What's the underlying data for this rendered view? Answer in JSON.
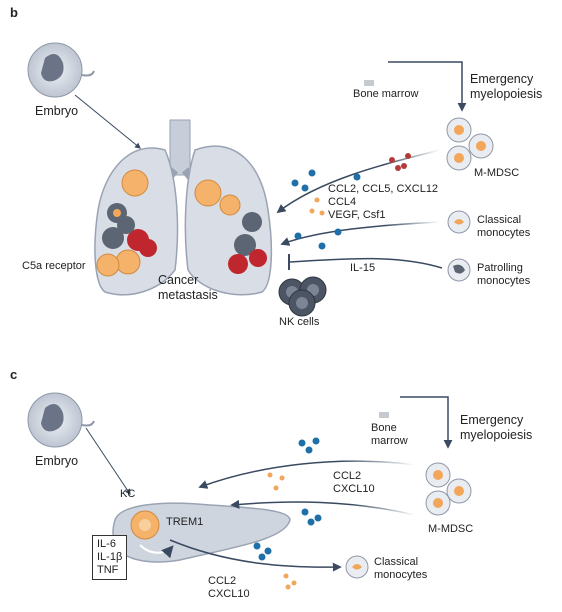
{
  "panel_b": {
    "letter": "b",
    "embryo": "Embryo",
    "bone_marrow": "Bone marrow",
    "emergency": [
      "Emergency",
      "myelopoiesis"
    ],
    "mmdsc": "M-MDSC",
    "cytokines": [
      "CCL2, CCL5, CXCL12",
      "CCL4",
      "VEGF, Csf1"
    ],
    "classical": [
      "Classical",
      "monocytes"
    ],
    "patrolling": [
      "Patrolling",
      "monocytes"
    ],
    "il15": "IL-15",
    "c5a": "C5a receptor",
    "cancer": [
      "Cancer",
      "metastasis"
    ],
    "nk": "NK cells"
  },
  "panel_c": {
    "letter": "c",
    "embryo": "Embryo",
    "bone_marrow": [
      "Bone",
      "marrow"
    ],
    "emergency": [
      "Emergency",
      "myelopoiesis"
    ],
    "cytokines_top": [
      "CCL2",
      "CXCL10"
    ],
    "mmdsc": "M-MDSC",
    "kc": "KC",
    "trem1": "TREM1",
    "box": [
      "IL-6",
      "IL-1β",
      "TNF"
    ],
    "classical": [
      "Classical",
      "monocytes"
    ],
    "cytokines_bottom": [
      "CCL2",
      "CXCL10"
    ]
  },
  "colors": {
    "organ": "#d8dde6",
    "organ_stroke": "#9aa3b3",
    "tumor_orange": "#f5b26b",
    "tumor_red": "#c0262d",
    "cell_grey": "#5c6574",
    "dot_blue": "#1f6fa8",
    "dot_red": "#b53a3a",
    "dot_orange": "#f2a65a",
    "arrow": "#3a4a60"
  }
}
